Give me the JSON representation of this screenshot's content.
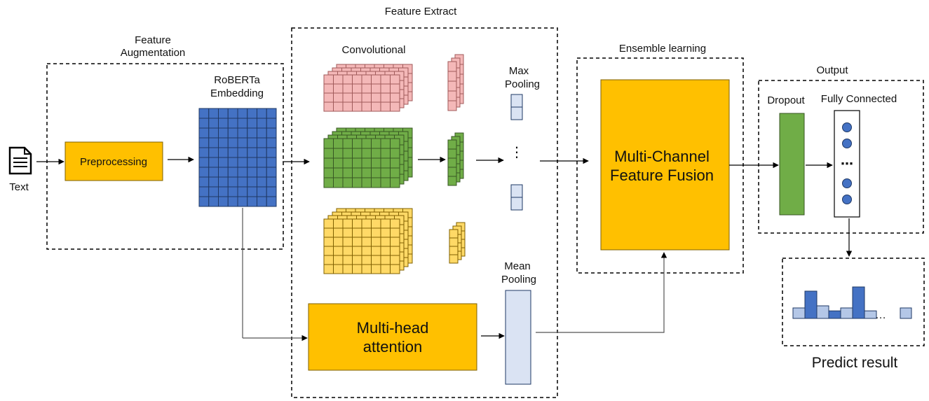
{
  "labels": {
    "text": "Text",
    "feature_augmentation_line1": "Feature",
    "feature_augmentation_line2": "Augmentation",
    "preprocessing": "Preprocessing",
    "roberta_line1": "RoBERTa",
    "roberta_line2": "Embedding",
    "feature_extract": "Feature Extract",
    "convolutional": "Convolutional",
    "max_pooling_line1": "Max",
    "max_pooling_line2": "Pooling",
    "dots_vertical": "⋮",
    "mean_pooling_line1": "Mean",
    "mean_pooling_line2": "Pooling",
    "multihead_line1": "Multi-head",
    "multihead_line2": "attention",
    "ensemble_learning": "Ensemble learning",
    "fusion_line1": "Multi-Channel",
    "fusion_line2": "Feature Fusion",
    "output": "Output",
    "dropout": "Dropout",
    "fully_connected": "Fully Connected",
    "fc_dots": "⋯",
    "predict_result": "Predict result",
    "predict_dots": "…"
  },
  "colors": {
    "orange": "#FFC000",
    "blue": "#4472C4",
    "green": "#70AD47",
    "pink": "#F4B8B8",
    "yellow": "#FFD966",
    "light_blue": "#DAE3F3",
    "node_blue": "#4472C4"
  },
  "icons": {
    "text_doc": "document-icon"
  },
  "predict_bars": [
    0.25,
    0.65,
    0.3,
    0.18,
    0.25,
    0.75,
    0.18
  ]
}
